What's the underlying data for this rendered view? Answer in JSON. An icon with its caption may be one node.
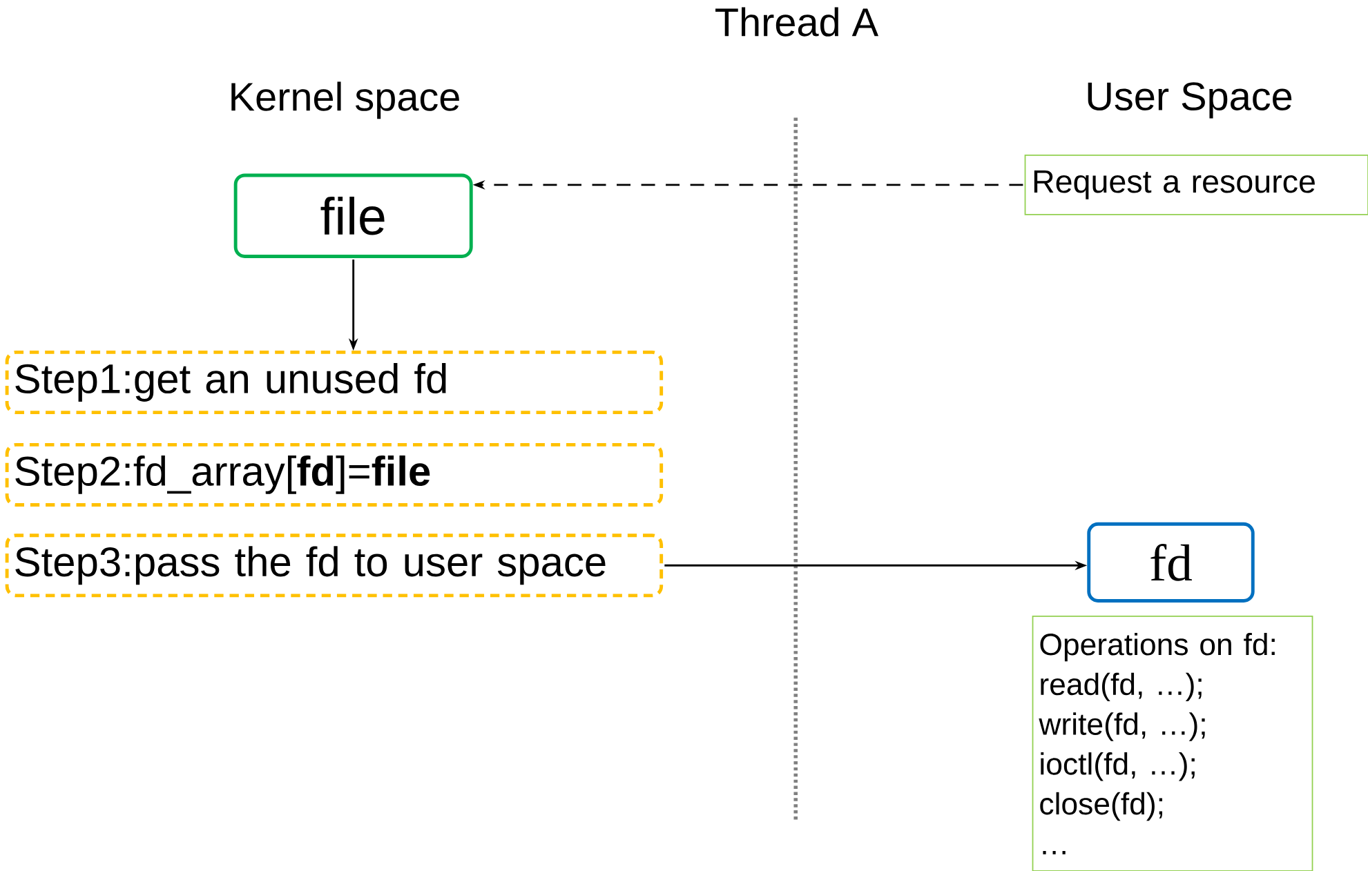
{
  "diagram": {
    "title": "Thread A",
    "nodes": [
      {
        "text": [
          "file"
        ]
      },
      {
        "text": [
          "Request a resource"
        ]
      },
      {
        "text": [
          "Step1:get an unused fd"
        ]
      },
      {
        "text": [
          "Step2:fd_array[**fd**]=**file**"
        ]
      },
      {
        "text": [
          "Step3:pass the fd to user space"
        ]
      },
      {
        "text": [
          "fd"
        ]
      },
      {
        "text": [
          "Operations on fd:",
          "read(fd, …);",
          "write(fd, …);",
          "ioctl(fd, …);",
          "close(fd);",
          "…"
        ]
      }
    ],
    "edges": [
      {
        "from": 1,
        "to": 0,
        "arrow": "to",
        "style": "dashed"
      },
      {
        "from": 0,
        "to": 2,
        "arrow": "to"
      },
      {
        "from": 4,
        "to": 5,
        "arrow": "to"
      }
    ],
    "labels": [
      "Kernel space",
      "User Space"
    ]
  }
}
